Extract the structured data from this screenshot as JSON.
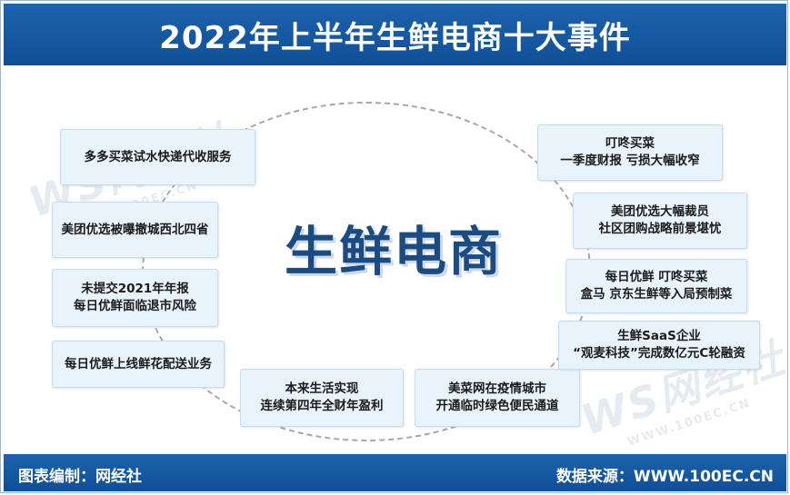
{
  "header": {
    "title": "2022年上半年生鲜电商十大事件"
  },
  "center": {
    "label": "生鲜电商"
  },
  "events": [
    {
      "line1": "多多买菜试水快递代收服务",
      "line2": ""
    },
    {
      "line1": "美团优选被曝撤城西北四省",
      "line2": ""
    },
    {
      "line1": "未提交2021年年报",
      "line2": "每日优鲜面临退市风险"
    },
    {
      "line1": "每日优鲜上线鲜花配送业务",
      "line2": ""
    },
    {
      "line1": "本来生活实现",
      "line2": "连续第四年全财年盈利"
    },
    {
      "line1": "美菜网在疫情城市",
      "line2": "开通临时绿色便民通道"
    },
    {
      "line1": "叮咚买菜",
      "line2": "一季度财报 亏损大幅收窄"
    },
    {
      "line1": "美团优选大幅裁员",
      "line2": "社区团购战略前景堪忧"
    },
    {
      "line1": "每日优鲜 叮咚买菜",
      "line2": "盒马 京东生鲜等入局预制菜"
    },
    {
      "line1": "生鲜SaaS企业",
      "line2": "“观麦科技”完成数亿元C轮融资"
    }
  ],
  "watermark": {
    "brand": "WS网经社",
    "url": "WWW.100EC.CN"
  },
  "footer": {
    "left": "图表编制：网经社",
    "right": "数据来源：WWW.100EC.CN"
  }
}
